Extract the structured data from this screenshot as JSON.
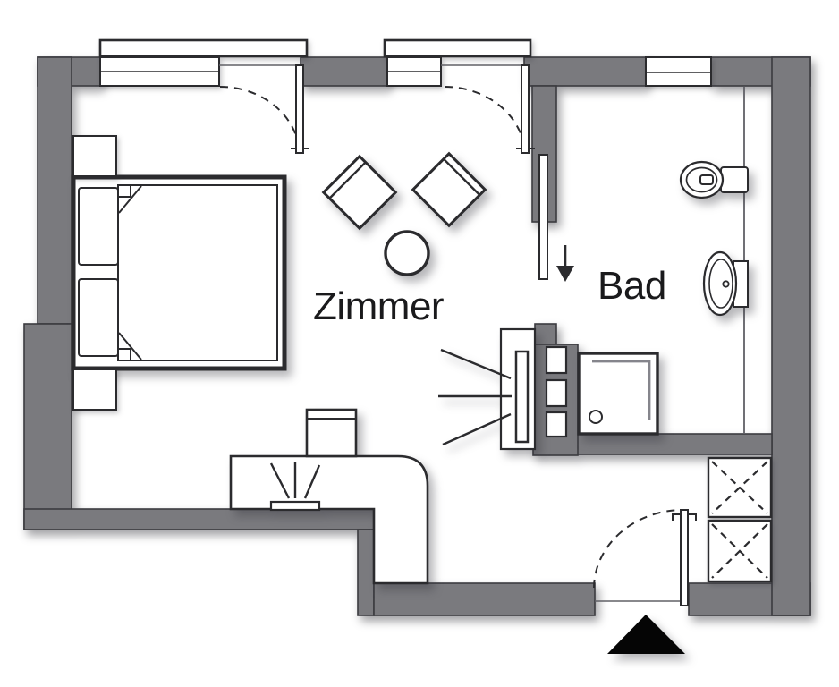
{
  "rooms": [
    {
      "name": "zimmer",
      "label": "Zimmer"
    },
    {
      "name": "bad",
      "label": "Bad"
    }
  ],
  "colors": {
    "background": "#ffffff",
    "wall": "#7a7a7e",
    "wall_outline": "#3b3b40",
    "line": "#2b2b2e",
    "line_soft": "#606066",
    "glass": "#85858c",
    "text": "#1a1a1c",
    "entrance_marker": "#050505"
  },
  "icons": {
    "window": "white rect with mid line in wall",
    "door-swing": "perpendicular leaf with dashed quarter-circle arc",
    "sliding-door": "thin strip along wall",
    "entry-direction-arrow": "small down arrow",
    "entrance-marker": "solid black triangle pointing up",
    "double-bed": "frame with mattress, fold corners and two pillows",
    "nightstand": "small square",
    "lounge-chair": "square rotated 45deg with backrest line",
    "side-table": "circle",
    "desk-counter": "rounded L-shaped counter",
    "desk-chair": "rect with backrest band",
    "tv": "thin rect with three radiating lines",
    "tv-cabinet": "tall rect with panel strip",
    "toilet": "oval bowl with cistern",
    "washbasin": "oval basin with splashback and drain",
    "shower": "square tray with glass corner and drain",
    "shelf-unit": "grey block with three niches",
    "wardrobe-shaft": "two boxes with dashed X"
  }
}
